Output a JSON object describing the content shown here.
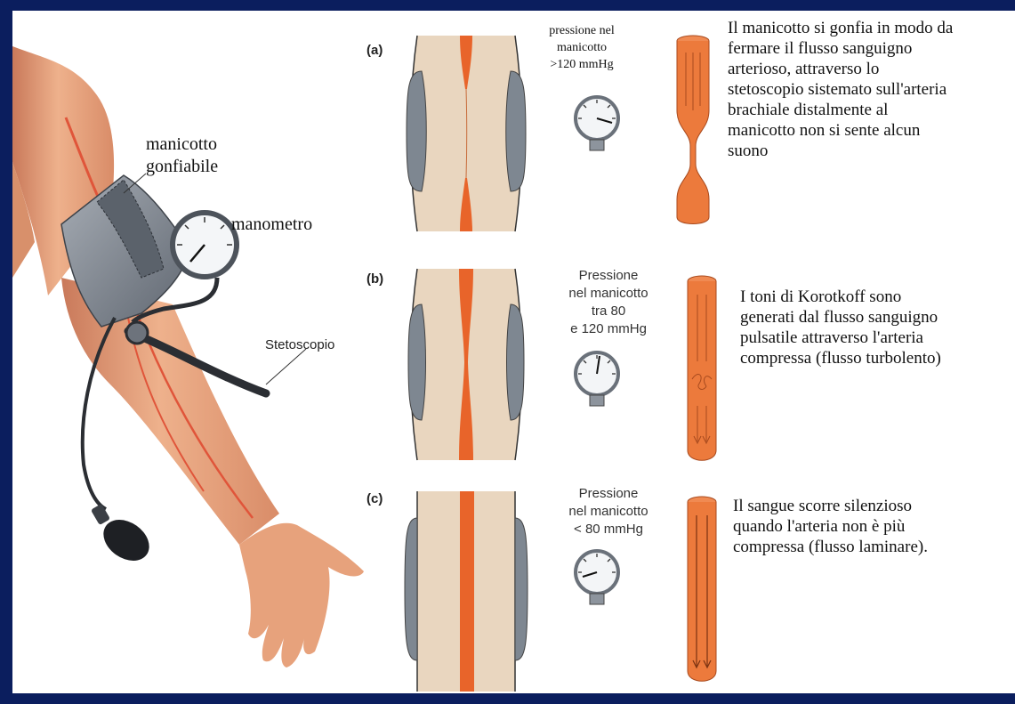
{
  "arm_labels": {
    "cuff_line1": "manicotto",
    "cuff_line2": "gonfiabile",
    "gauge": "manometro",
    "stethoscope": "Stetoscopio"
  },
  "panels": [
    {
      "letter": "(a)",
      "pressure": [
        "pressione nel",
        "manicotto",
        ">120 mmHg"
      ],
      "description": [
        "Il manicotto si gonfia in modo da",
        "fermare il flusso sanguigno",
        "arterioso, attraverso lo",
        "stetoscopio sistemato sull'arteria",
        "brachiale distalmente al",
        "manicotto non si sente alcun",
        "suono"
      ]
    },
    {
      "letter": "(b)",
      "pressure": [
        "Pressione",
        "nel manicotto",
        "tra 80",
        "e 120 mmHg"
      ],
      "description": [
        "I toni di Korotkoff sono",
        "generati dal flusso sanguigno",
        "pulsatile attraverso l'arteria",
        "compressa (flusso turbolento)"
      ]
    },
    {
      "letter": "(c)",
      "pressure": [
        "Pressione",
        "nel manicotto",
        "< 80 mmHg"
      ],
      "description": [
        "Il sangue scorre silenzioso",
        "quando l'arteria non è più",
        "compressa (flusso laminare)."
      ]
    }
  ],
  "colors": {
    "background_frame": "#0b1e5e",
    "artery": "#e8642a",
    "tissue": "#e9d6bf",
    "cuff": "#8a9099",
    "skin": "#e8a57f"
  }
}
